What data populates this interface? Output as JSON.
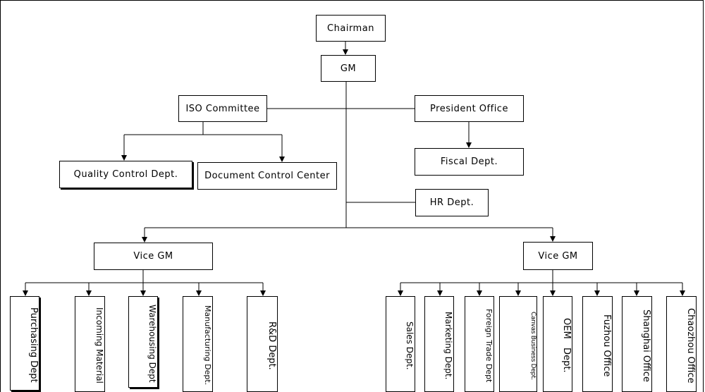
{
  "org_chart": {
    "chairman": "Chairman",
    "gm": "GM",
    "iso_committee": "ISO Committee",
    "president_office": "President Office",
    "fiscal_dept": "Fiscal Dept.",
    "quality_control_dept": "Quality Control Dept.",
    "document_control_center": "Document Control Center",
    "hr_dept": "HR Dept.",
    "vice_gm_left": "Vice GM",
    "vice_gm_right": "Vice GM",
    "left_depts": [
      "Purchasing Dept",
      "Incoming Material",
      "Warehousing Dept",
      "Manufacturing Dept.",
      "R&D Dept."
    ],
    "right_depts": [
      "Sales Dept.",
      "Marketing Dept.",
      "Foreign Trade Dept",
      "Canvas Business Dept.",
      "OEM   Dept.",
      "Fuzhou Office",
      "Shanghai Office",
      "Chaozhou Office"
    ]
  }
}
